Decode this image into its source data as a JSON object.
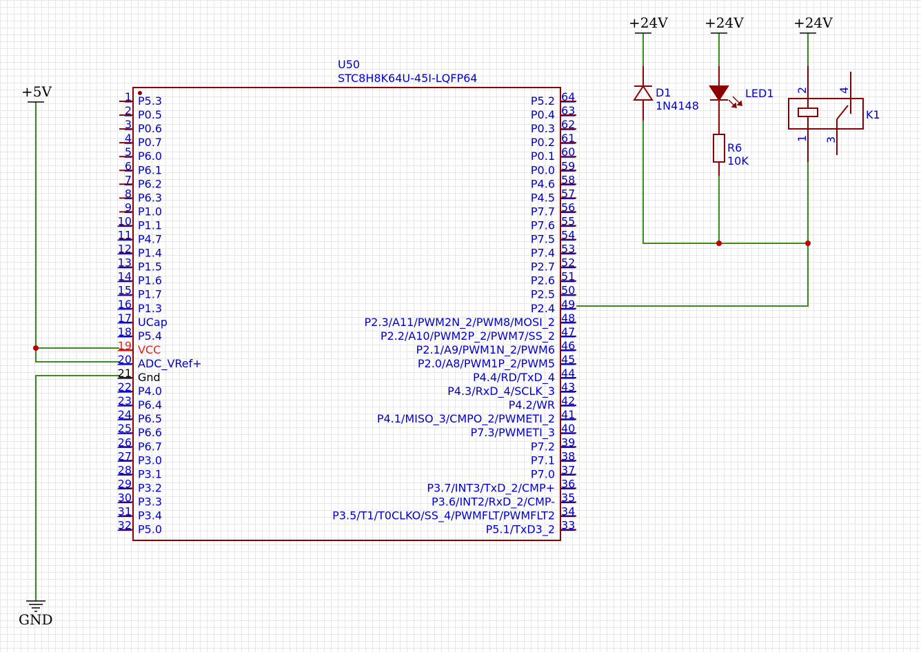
{
  "mcu": {
    "ref": "U50",
    "part": "STC8H8K64U-45I-LQFP64",
    "left_pins": [
      {
        "num": "1",
        "name": "P5.3"
      },
      {
        "num": "2",
        "name": "P0.5"
      },
      {
        "num": "3",
        "name": "P0.6"
      },
      {
        "num": "4",
        "name": "P0.7"
      },
      {
        "num": "5",
        "name": "P6.0"
      },
      {
        "num": "6",
        "name": "P6.1"
      },
      {
        "num": "7",
        "name": "P6.2"
      },
      {
        "num": "8",
        "name": "P6.3"
      },
      {
        "num": "9",
        "name": "P1.0"
      },
      {
        "num": "10",
        "name": "P1.1"
      },
      {
        "num": "11",
        "name": "P4.7"
      },
      {
        "num": "12",
        "name": "P1.4"
      },
      {
        "num": "13",
        "name": "P1.5"
      },
      {
        "num": "14",
        "name": "P1.6"
      },
      {
        "num": "15",
        "name": "P1.7"
      },
      {
        "num": "16",
        "name": "P1.3"
      },
      {
        "num": "17",
        "name": "UCap"
      },
      {
        "num": "18",
        "name": "P5.4"
      },
      {
        "num": "19",
        "name": "VCC"
      },
      {
        "num": "20",
        "name": "ADC_VRef+"
      },
      {
        "num": "21",
        "name": "Gnd"
      },
      {
        "num": "22",
        "name": "P4.0"
      },
      {
        "num": "23",
        "name": "P6.4"
      },
      {
        "num": "24",
        "name": "P6.5"
      },
      {
        "num": "25",
        "name": "P6.6"
      },
      {
        "num": "26",
        "name": "P6.7"
      },
      {
        "num": "27",
        "name": "P3.0"
      },
      {
        "num": "28",
        "name": "P3.1"
      },
      {
        "num": "29",
        "name": "P3.2"
      },
      {
        "num": "30",
        "name": "P3.3"
      },
      {
        "num": "31",
        "name": "P3.4"
      },
      {
        "num": "32",
        "name": "P5.0"
      }
    ],
    "right_pins": [
      {
        "num": "64",
        "name": "P5.2"
      },
      {
        "num": "63",
        "name": "P0.4"
      },
      {
        "num": "62",
        "name": "P0.3"
      },
      {
        "num": "61",
        "name": "P0.2"
      },
      {
        "num": "60",
        "name": "P0.1"
      },
      {
        "num": "59",
        "name": "P0.0"
      },
      {
        "num": "58",
        "name": "P4.6"
      },
      {
        "num": "57",
        "name": "P4.5"
      },
      {
        "num": "56",
        "name": "P7.7"
      },
      {
        "num": "55",
        "name": "P7.6"
      },
      {
        "num": "54",
        "name": "P7.5"
      },
      {
        "num": "53",
        "name": "P7.4"
      },
      {
        "num": "52",
        "name": "P2.7"
      },
      {
        "num": "51",
        "name": "P2.6"
      },
      {
        "num": "50",
        "name": "P2.5"
      },
      {
        "num": "49",
        "name": "P2.4"
      },
      {
        "num": "48",
        "name": "P2.3/A11/PWM2N_2/PWM8/MOSI_2"
      },
      {
        "num": "47",
        "name": "P2.2/A10/PWM2P_2/PWM7/SS_2"
      },
      {
        "num": "46",
        "name": "P2.1/A9/PWM1N_2/PWM6"
      },
      {
        "num": "45",
        "name": "P2.0/A8/PWM1P_2/PWM5"
      },
      {
        "num": "44",
        "name": "P4.4/RD/TxD_4"
      },
      {
        "num": "43",
        "name": "P4.3/RxD_4/SCLK_3"
      },
      {
        "num": "42",
        "name": "P4.2/WR"
      },
      {
        "num": "41",
        "name": "P4.1/MISO_3/CMPO_2/PWMETI_2"
      },
      {
        "num": "40",
        "name": "P7.3/PWMETI_3"
      },
      {
        "num": "39",
        "name": "P7.2"
      },
      {
        "num": "38",
        "name": "P7.1"
      },
      {
        "num": "37",
        "name": "P7.0"
      },
      {
        "num": "36",
        "name": "P3.7/INT3/TxD_2/CMP+"
      },
      {
        "num": "35",
        "name": "P3.6/INT2/RxD_2/CMP-"
      },
      {
        "num": "34",
        "name": "P3.5/T1/T0CLKO/SS_4/PWMFLT/PWMFLT2"
      },
      {
        "num": "33",
        "name": "P5.1/TxD3_2"
      }
    ]
  },
  "power": {
    "vcc5": "+5V",
    "gnd": "GND",
    "v24_d1": "+24V",
    "v24_led": "+24V",
    "v24_relay": "+24V"
  },
  "d1": {
    "ref": "D1",
    "value": "1N4148"
  },
  "led1": {
    "ref": "LED1"
  },
  "r6": {
    "ref": "R6",
    "value": "10K"
  },
  "k1": {
    "ref": "K1",
    "pin1": "1",
    "pin2": "2",
    "pin3": "3",
    "pin4": "4"
  },
  "colors": {
    "wire": "#3a8a1e",
    "part": "#8b0000",
    "pin_text": "#0000c8",
    "power_pin_text": "#e02020",
    "gnd_pin_text": "#000000",
    "junction": "#c00000"
  }
}
